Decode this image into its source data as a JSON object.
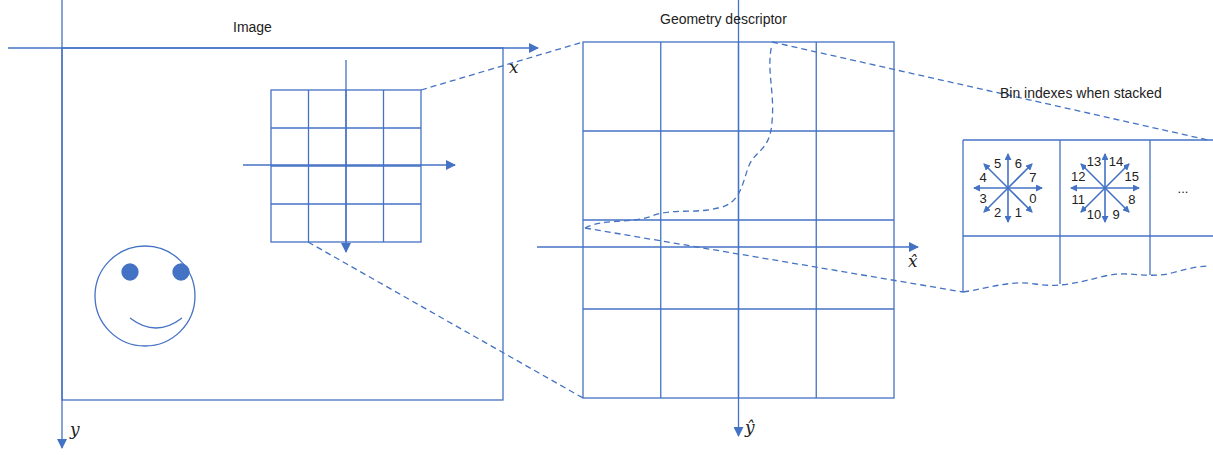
{
  "diagram": {
    "nodes": [
      {
        "text": [
          "0",
          "1",
          "2",
          "3",
          "4",
          "5",
          "6",
          "7"
        ]
      },
      {
        "text": [
          "8",
          "9",
          "10",
          "11",
          "12",
          "13",
          "14",
          "15"
        ]
      },
      {
        "text": [
          "..."
        ]
      }
    ],
    "labels": [
      "Image",
      "x",
      "y",
      "Geometry descriptor",
      "x̂",
      "ŷ",
      "Bin indexes when stacked"
    ]
  }
}
